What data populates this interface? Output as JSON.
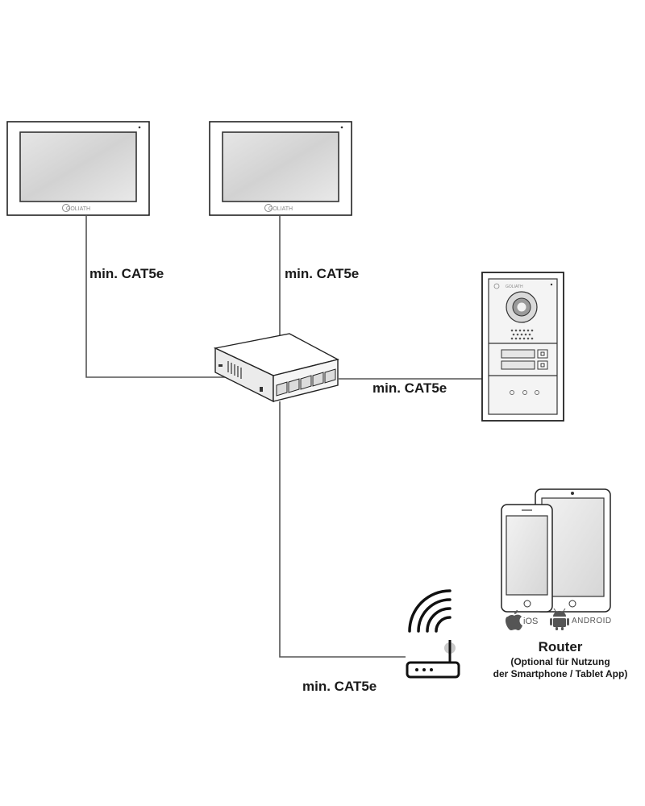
{
  "monitors": [
    {
      "brand": "GOLIATH"
    },
    {
      "brand": "GOLIATH"
    }
  ],
  "door_station": {
    "brand": "GOLIATH"
  },
  "cable_labels": {
    "monitor_left": "min. CAT5e",
    "monitor_right": "min. CAT5e",
    "door_station": "min. CAT5e",
    "router": "min. CAT5e"
  },
  "platforms": {
    "ios": "iOS",
    "android": "ANDROID"
  },
  "router": {
    "title": "Router",
    "note_line1": "(Optional für Nutzung",
    "note_line2": "der Smartphone / Tablet App)"
  },
  "colors": {
    "line": "#555555",
    "screen": "#d9d9d9",
    "text": "#1a1a1a"
  }
}
